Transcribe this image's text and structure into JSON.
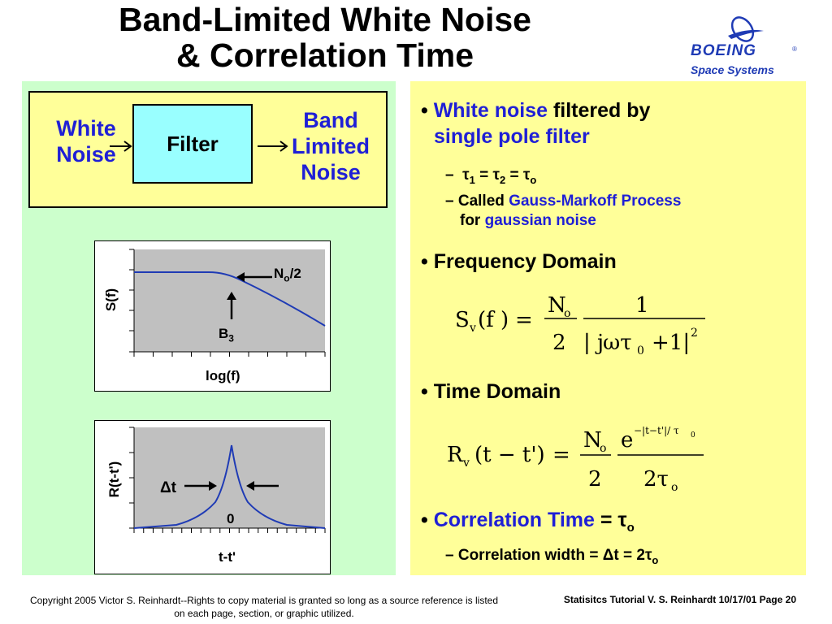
{
  "slide": {
    "title_line1": "Band-Limited White Noise",
    "title_line2": "& Correlation Time",
    "logo": {
      "brand": "BOEING",
      "tm": "®",
      "sub": "Space Systems"
    }
  },
  "diagram": {
    "input": [
      "White",
      "Noise"
    ],
    "filter": "Filter",
    "output": [
      "Band",
      "Limited",
      "Noise"
    ]
  },
  "plot1": {
    "ylabel": "S(f)",
    "xlabel": "log(f)",
    "annot_no": "N",
    "annot_no_sub": "o",
    "annot_no_tail": "/2",
    "annot_b": "B",
    "annot_b_sub": "3"
  },
  "plot2": {
    "ylabel": "R(t-t')",
    "xlabel": "t-t'",
    "annot_dt": "Δt",
    "center": "0"
  },
  "right": {
    "b1_blue": "White noise",
    "b1_black": " filtered by",
    "b1_line2": "single pole filter",
    "s1_dash": "–",
    "s1_text": "τ",
    "s1_a": "1",
    "s1_eq": " = τ",
    "s1_b": "2",
    "s1_eq2": " = τ",
    "s1_c": "o",
    "s2_dash": "–",
    "s2_called": "Called ",
    "s2_blue": "Gauss-Markoff Process",
    "s2_for": "for ",
    "s2_blue2": "gaussian noise",
    "b2": "Frequency Domain",
    "b3": "Time Domain",
    "b4_blue": "Correlation Time",
    "b4_black": " = τ",
    "b4_sub": "o",
    "s3_dash": "–",
    "s3_text": "Correlation width = Δt = 2τ",
    "s3_sub": "o"
  },
  "footer": {
    "left": "Copyright 2005 Victor S. Reinhardt--Rights to copy material is granted so long as a source reference is listed on each page, section, or graphic utilized.",
    "right": "Statisitcs Tutorial V. S. Reinhardt 10/17/01 Page 20"
  }
}
